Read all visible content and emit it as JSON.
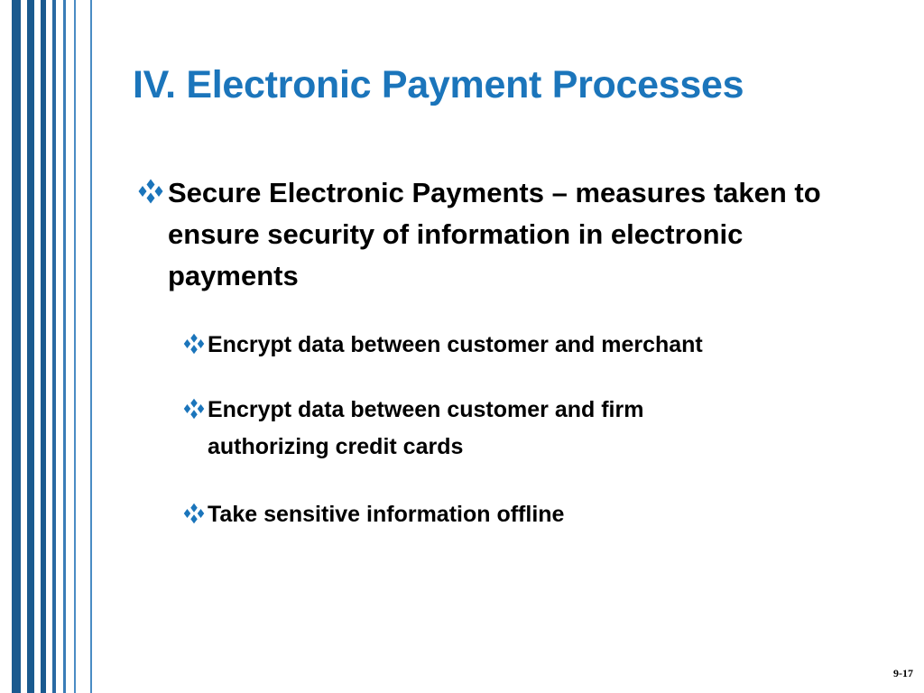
{
  "slide": {
    "title": "IV. Electronic Payment Processes",
    "bullets": [
      {
        "text": "Secure Electronic Payments – measures taken to ensure security of information in electronic payments",
        "sub": [
          {
            "text": "Encrypt data between customer and merchant"
          },
          {
            "text": "Encrypt data between customer and firm authorizing credit cards"
          },
          {
            "text": "Take sensitive information offline"
          }
        ]
      }
    ],
    "page_number": "9-17"
  },
  "colors": {
    "accent": "#1b75bb",
    "stripe_dark": "#1a5a8f",
    "stripe_light": "#4a8cc4",
    "bullet_icon": "#1b75bb"
  },
  "icons": {
    "bullet": "four-diamond-bullet-icon"
  }
}
